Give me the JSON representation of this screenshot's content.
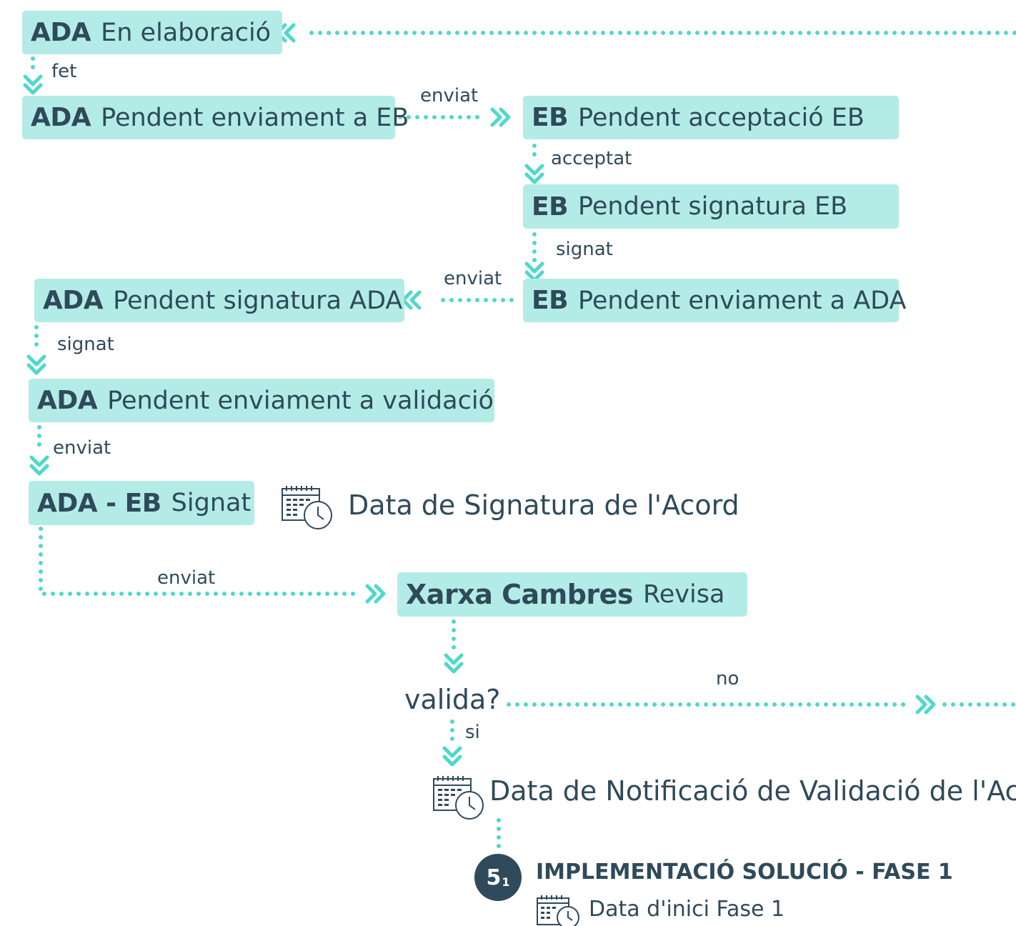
{
  "colors": {
    "box": "#b3ece6",
    "connector": "#4fd8cc",
    "text": "#2f4a5a"
  },
  "states": {
    "s1": {
      "role": "ADA",
      "state": "En elaboració"
    },
    "s2": {
      "role": "ADA",
      "state": "Pendent enviament a EB"
    },
    "s3": {
      "role": "EB",
      "state": "Pendent acceptació EB"
    },
    "s4": {
      "role": "EB",
      "state": "Pendent signatura EB"
    },
    "s5": {
      "role": "EB",
      "state": "Pendent enviament a ADA"
    },
    "s6": {
      "role": "ADA",
      "state": "Pendent signatura ADA"
    },
    "s7": {
      "role": "ADA",
      "state": "Pendent enviament a validació"
    },
    "s8": {
      "role": "ADA - EB",
      "state": "Signat"
    },
    "s9": {
      "role": "Xarxa Cambres",
      "state": "Revisa"
    }
  },
  "transitions": {
    "fet": "fet",
    "enviat1": "enviat",
    "acceptat": "acceptat",
    "signat1": "signat",
    "enviat2": "enviat",
    "signat2": "signat",
    "enviat3": "enviat",
    "enviat4": "enviat",
    "no": "no",
    "si": "si"
  },
  "decision": "valida?",
  "dates": {
    "signatura": "Data de Signatura de l'Acord",
    "notificacio": "Data de Notificació de Validació de l'Acord",
    "inici_fase": "Data d'inici Fase 1"
  },
  "phase": {
    "number": "5",
    "sub": "1",
    "title": "IMPLEMENTACIÓ SOLUCIÓ - FASE 1"
  }
}
